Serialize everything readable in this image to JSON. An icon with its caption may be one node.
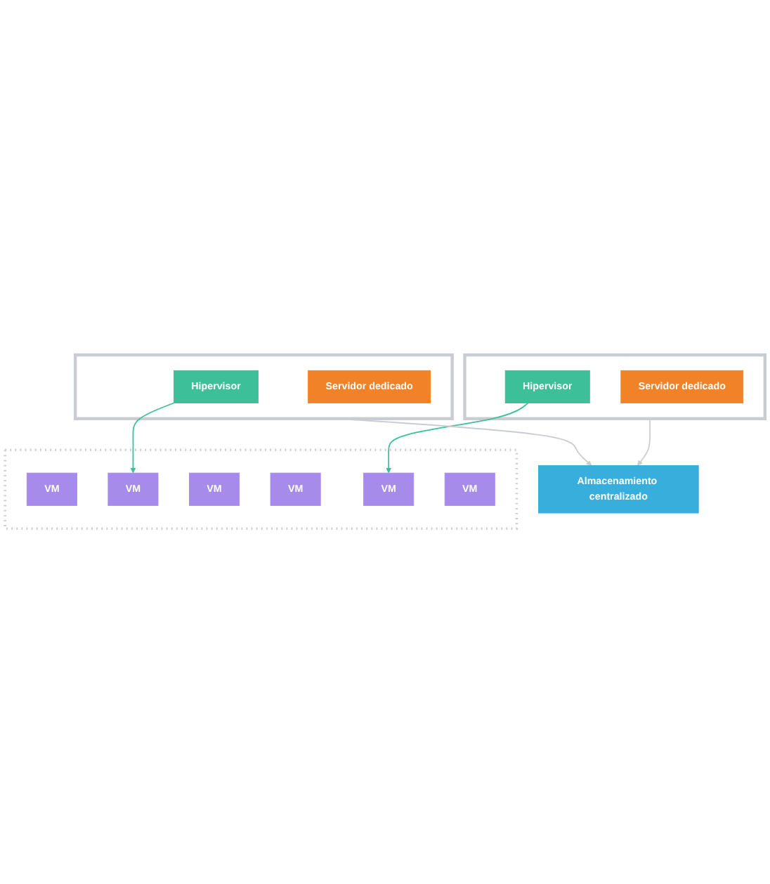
{
  "diagram": {
    "nodes": [
      {
        "text": [],
        "shape": "box"
      },
      {
        "text": [
          "VM"
        ],
        "in": 0
      },
      {
        "text": [
          "VM"
        ],
        "in": 0
      },
      {
        "text": [
          "VM"
        ],
        "in": 0
      },
      {
        "text": [
          "VM"
        ],
        "in": 0
      },
      {
        "text": [
          "VM"
        ],
        "in": 0
      },
      {
        "text": [
          "VM"
        ],
        "in": 0
      },
      {
        "text": [],
        "shape": "box"
      },
      {
        "text": [
          "Hipervisor"
        ],
        "in": 7
      },
      {
        "text": [
          "Servidor dedicado"
        ],
        "in": 7
      },
      {
        "text": [],
        "shape": "box"
      },
      {
        "text": [
          "Hipervisor"
        ],
        "in": 10
      },
      {
        "text": [
          "Servidor dedicado"
        ],
        "in": 10
      },
      {
        "text": [
          "Almacenamiento centralizado"
        ]
      }
    ],
    "edges": [
      {
        "from": 8,
        "to": 2,
        "arrow": "to",
        "color": "#3dbf9a"
      },
      {
        "from": 11,
        "to": 5,
        "arrow": "to",
        "color": "#3dbf9a"
      },
      {
        "from": 7,
        "to": 13,
        "arrow": "to",
        "color": "#c9cdd3"
      },
      {
        "from": 10,
        "to": 13,
        "arrow": "to",
        "color": "#c9cdd3"
      }
    ]
  }
}
